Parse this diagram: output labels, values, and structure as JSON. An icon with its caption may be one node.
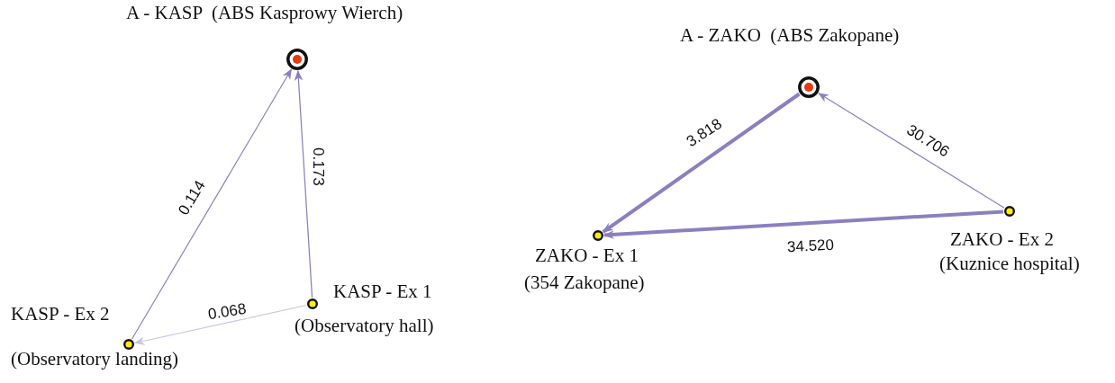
{
  "diagram": {
    "nodes": [
      {
        "text": [
          "A - KASP  (ABS Kasprowy Wierch)"
        ]
      },
      {
        "text": [
          "KASP - Ex 1",
          "(Observatory hall)"
        ]
      },
      {
        "text": [
          "KASP - Ex 2",
          "(Observatory landing)"
        ]
      },
      {
        "text": [
          "A - ZAKO  (ABS Zakopane)"
        ]
      },
      {
        "text": [
          "ZAKO - Ex 1",
          "(354 Zakopane)"
        ]
      },
      {
        "text": [
          "ZAKO - Ex 2",
          "(Kuznice hospital)"
        ]
      }
    ],
    "edges": [
      {
        "from": 2,
        "to": 0,
        "arrow": "to",
        "label": "0.114"
      },
      {
        "from": 1,
        "to": 0,
        "arrow": "to",
        "label": "0.173"
      },
      {
        "from": 1,
        "to": 2,
        "arrow": "to",
        "label": "0.068",
        "color": "#c9c4e2"
      },
      {
        "from": 3,
        "to": 4,
        "arrow": "to",
        "label": "3.818",
        "style": "thick"
      },
      {
        "from": 5,
        "to": 3,
        "arrow": "to",
        "label": "30.706"
      },
      {
        "from": 5,
        "to": 4,
        "arrow": "to",
        "label": "34.520",
        "style": "thick"
      }
    ]
  }
}
